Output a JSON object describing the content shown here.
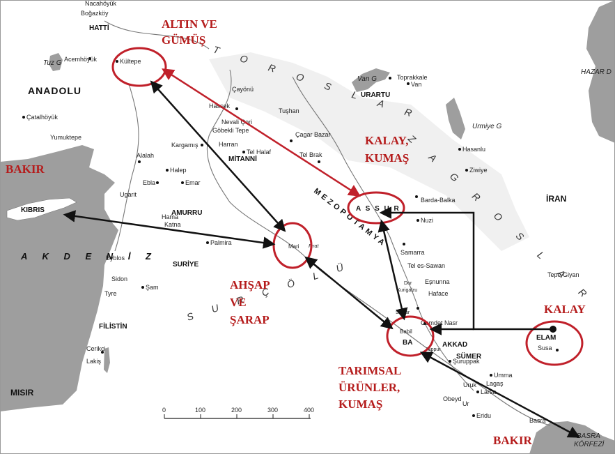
{
  "regions": {
    "hatti": "HATTİ",
    "anadolu": "ANADOLU",
    "urartu": "URARTU",
    "mitanni": "MİTANNİ",
    "amurru": "AMURRU",
    "suriye": "SURİYE",
    "filistin": "FİLİSTİN",
    "misir": "MISIR",
    "iran": "İRAN",
    "akkad": "AKKAD",
    "sumer": "SÜMER",
    "elam": "ELAM",
    "kibris": "KIBRIS",
    "akdeniz": "A K D E N İ Z",
    "mezopotamya": "MEZOPOTAMYA",
    "torosler": "T O R O S L A R",
    "zagroslar": "Z A G R O S L A R",
    "suchol": "S U R   Ç Ö L Ü"
  },
  "water": {
    "tuz": "Tuz G",
    "van": "Van G",
    "urmiye": "Urmiye G",
    "hazar": "HAZAR D",
    "basra1": "BASRA",
    "basra2": "KÖRFEZİ",
    "firat": "Fırat"
  },
  "places": {
    "nacahoyuk": "Nacahöyük",
    "bogazkoy": "Boğazköy",
    "kultepe": "Kültepe",
    "acemhoyuk": "Acemhöyük",
    "catalhoyuk": "Çatalhöyük",
    "yumuktepe": "Yumuktepe",
    "cayonu": "Çayönü",
    "hassek": "Hassek",
    "nevaliCori": "Nevali Çori",
    "gobekli": "Göbekli Tepe",
    "harran": "Harran",
    "karkamis": "Kargamış",
    "tellHalaf": "Tel Halaf",
    "cagarBazar": "Çagar Bazar",
    "telBrak": "Tel Brak",
    "tushan": "Tuşhan",
    "toprakkale": "Toprakkale",
    "vanCity": "Van",
    "hasanlu": "Hasanlu",
    "ziwiye": "Ziwiye",
    "alalah": "Alalah",
    "halep": "Halep",
    "ebla": "Ebla",
    "emar": "Emar",
    "ugarit": "Ugarit",
    "hama": "Hama",
    "katna": "Katna",
    "palmira": "Palmira",
    "mari": "Mari",
    "byblos": "Byblos",
    "sidon": "Sidon",
    "tyre": "Tyre",
    "sam": "Şam",
    "bardaBalka": "Barda-Balka",
    "nuzi": "Nuzi",
    "samarra": "Samarra",
    "telSawan": "Tel es-Sawan",
    "esnunna": "Eşnunna",
    "haface": "Haface",
    "dur": "Dur",
    "kurigalzu": "Kurigalzu",
    "sippar": "Sippar",
    "cemdetNasr": "Cemdet Nasr",
    "babil": "Babil",
    "nippur": "Nippur",
    "suruppak": "Şuruppak",
    "umma": "Umma",
    "lagas": "Lagaş",
    "uruk": "Uruk",
    "larsa": "Larsa",
    "obeyd": "Obeyd",
    "ur": "Ur",
    "eridu": "Eridu",
    "basraCity": "Basra",
    "susa": "Susa",
    "tepeGiyan": "Tepe Giyan",
    "cerikci": "Cerikçi",
    "lakis": "Lakiş"
  },
  "circled": {
    "assur": "A S S U R",
    "babilBa": "BA"
  },
  "trade": {
    "altin1": "ALTIN VE",
    "altin2": "GÜMÜŞ",
    "bakirWest": "BAKIR",
    "kalay1": "KALAY,",
    "kalay2": "KUMAŞ",
    "ahsap1": "AHŞAP",
    "ahsap2": "VE",
    "ahsap3": "ŞARAP",
    "kalayEast": "KALAY",
    "tarim1": "TARIMSAL",
    "tarim2": "ÜRÜNLER,",
    "tarim3": "KUMAŞ",
    "bakirSouth": "BAKIR"
  },
  "scale": [
    "0",
    "100",
    "200",
    "300",
    "400"
  ],
  "colors": {
    "sea": "#9a9a9a",
    "land": "#ffffff",
    "accent": "#c0202a",
    "arrow": "#111111"
  }
}
